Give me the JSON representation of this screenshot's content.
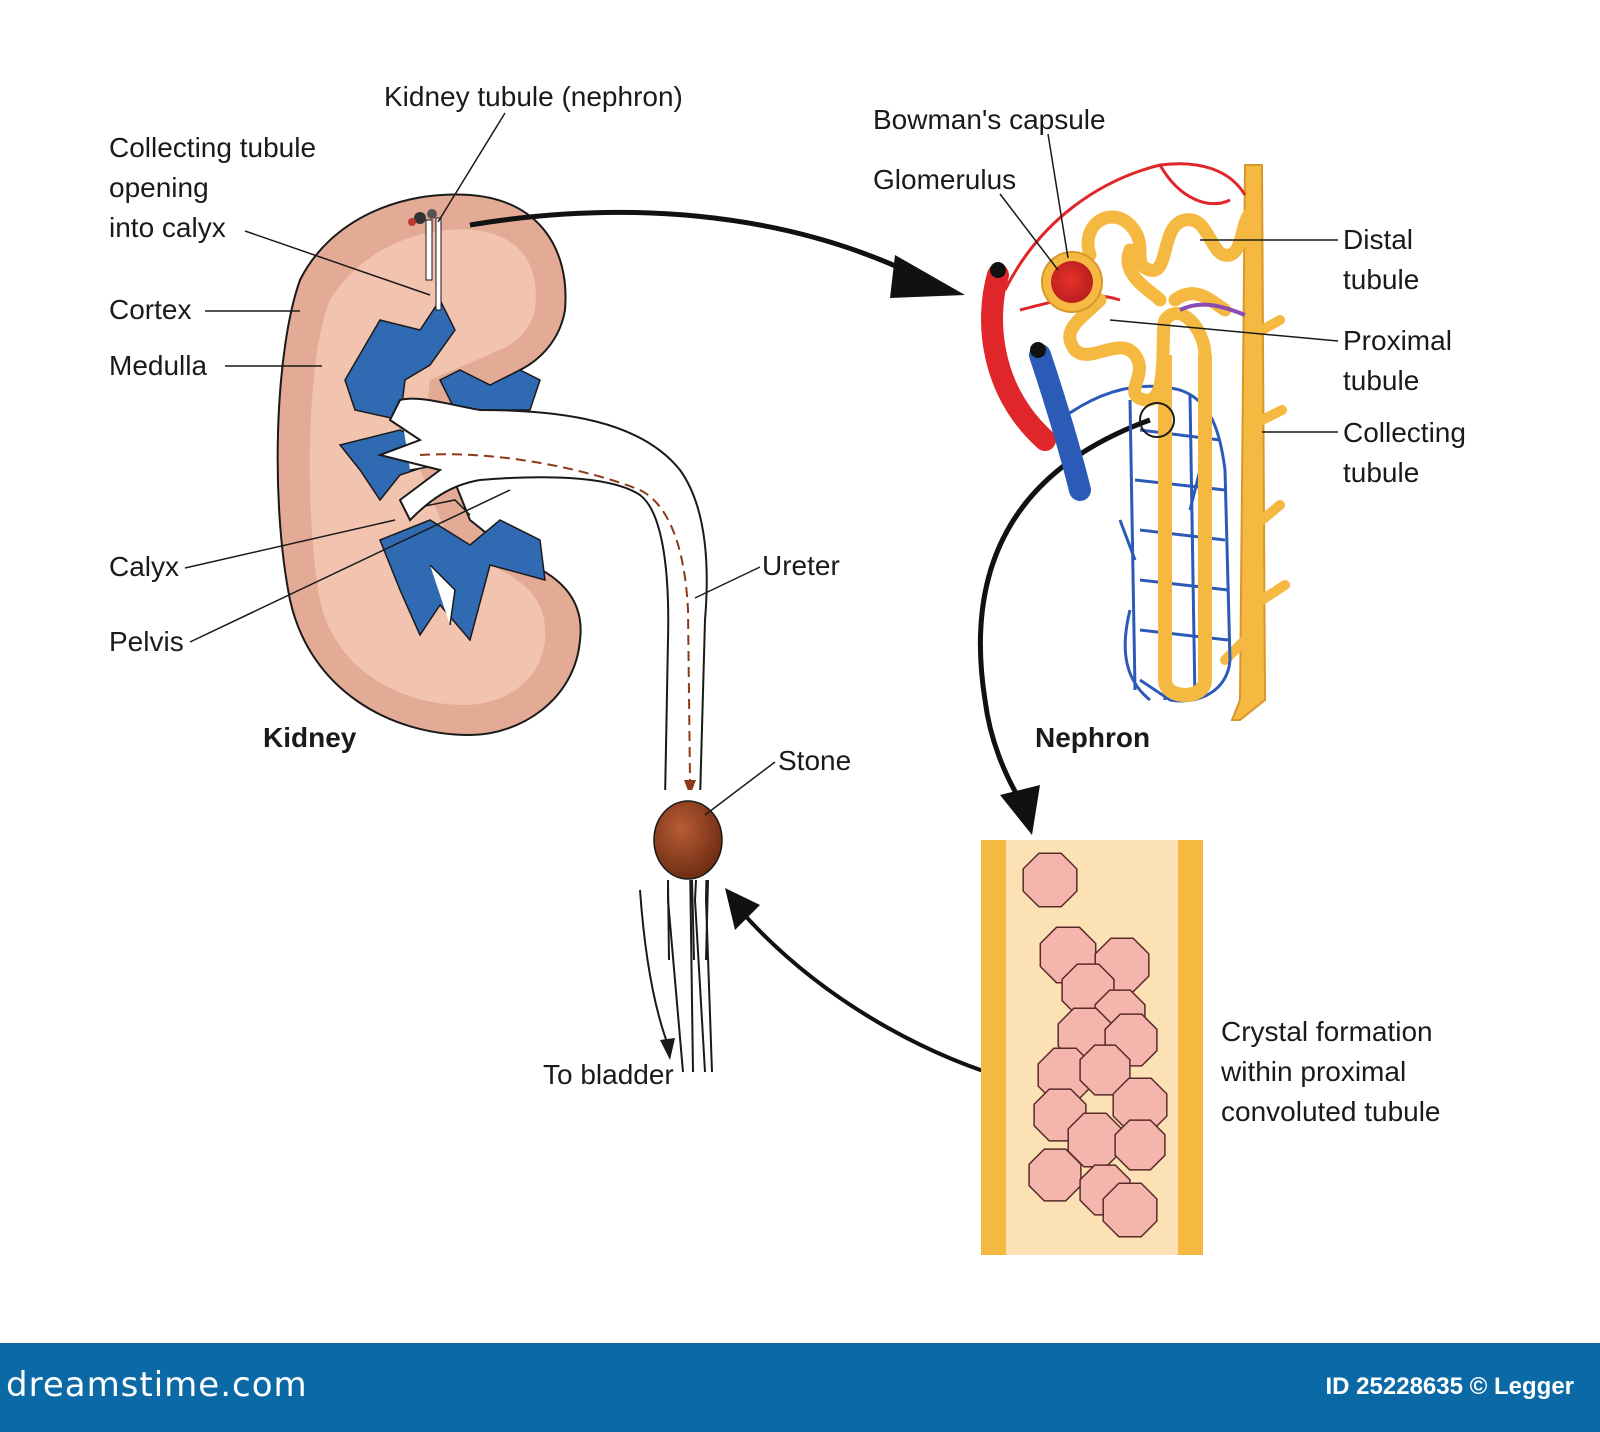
{
  "labels": {
    "kidney_tubule": "Kidney tubule (nephron)",
    "collecting_opening": [
      "Collecting tubule",
      "opening",
      "into calyx"
    ],
    "cortex": "Cortex",
    "medulla": "Medulla",
    "calyx": "Calyx",
    "pelvis": "Pelvis",
    "kidney": "Kidney",
    "ureter": "Ureter",
    "stone": "Stone",
    "to_bladder": "To bladder",
    "bowmans_capsule": "Bowman's capsule",
    "glomerulus": "Glomerulus",
    "distal_tubule": [
      "Distal",
      "tubule"
    ],
    "proximal_tubule": [
      "Proximal",
      "tubule"
    ],
    "collecting_tubule": [
      "Collecting",
      "tubule"
    ],
    "nephron": "Nephron",
    "crystal": [
      "Crystal formation",
      "within proximal",
      "convoluted tubule"
    ]
  },
  "footer": {
    "brand": "dreamstime.com",
    "credit": "ID 25228635 © Legger"
  },
  "colors": {
    "cortex": "#e3ab95",
    "medulla": "#f2c3ae",
    "calyx_blue": "#2f6ab3",
    "artery": "#e0262a",
    "vein": "#2b5bb7",
    "tubule": "#f5b942",
    "stone": "#8b3a1a",
    "crystal": "#f4b5ad",
    "footer_bar": "#0b6aa6"
  }
}
